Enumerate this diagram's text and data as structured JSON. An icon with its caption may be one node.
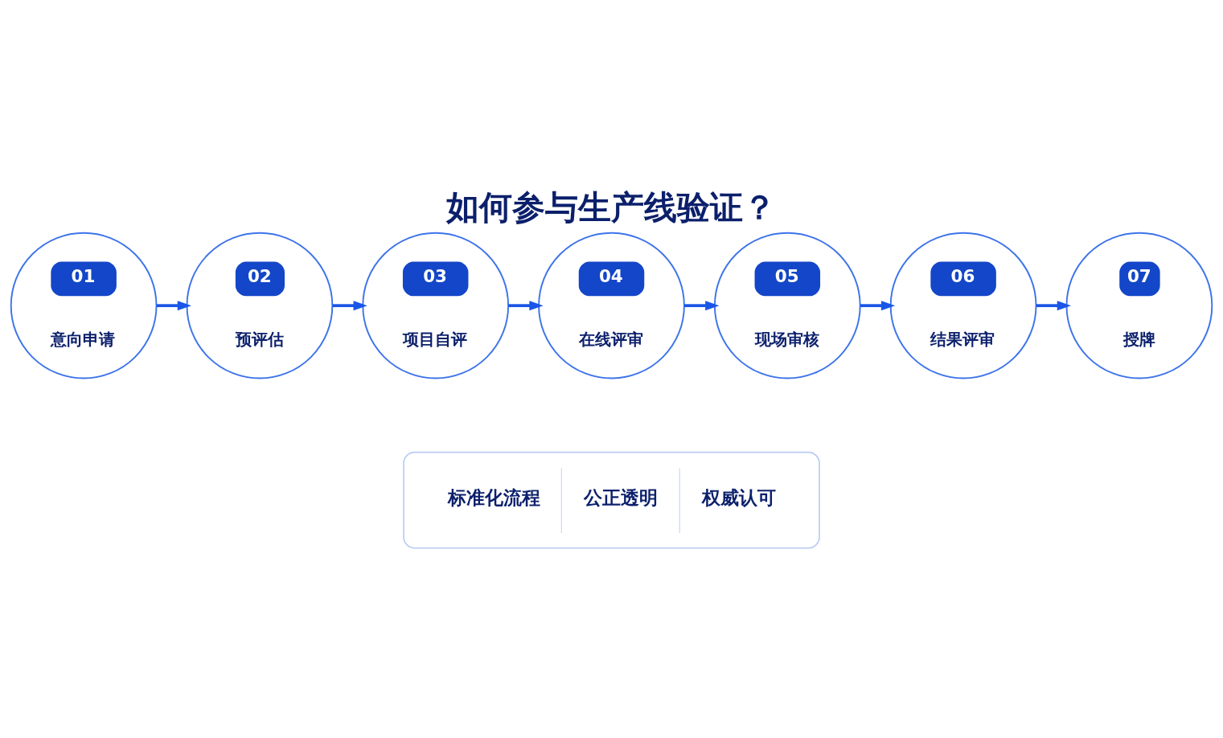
{
  "diagram": {
    "title": "如何参与生产线验证？",
    "nodes": [
      {
        "text": [
          "01",
          "意向申请"
        ]
      },
      {
        "text": [
          "02",
          "预评估"
        ]
      },
      {
        "text": [
          "03",
          "项目自评"
        ]
      },
      {
        "text": [
          "04",
          "在线评审"
        ]
      },
      {
        "text": [
          "05",
          "现场审核"
        ]
      },
      {
        "text": [
          "06",
          "结果评审"
        ]
      },
      {
        "text": [
          "07",
          "授牌"
        ]
      },
      {
        "text": [
          "标准化流程",
          "公正透明",
          "权威认可"
        ]
      }
    ],
    "edges": [
      {
        "from": 0,
        "to": 1,
        "arrow": "to"
      },
      {
        "from": 1,
        "to": 2,
        "arrow": "to"
      },
      {
        "from": 2,
        "to": 3,
        "arrow": "to"
      },
      {
        "from": 3,
        "to": 4,
        "arrow": "to"
      },
      {
        "from": 4,
        "to": 5,
        "arrow": "to"
      },
      {
        "from": 5,
        "to": 6,
        "arrow": "to"
      }
    ]
  }
}
